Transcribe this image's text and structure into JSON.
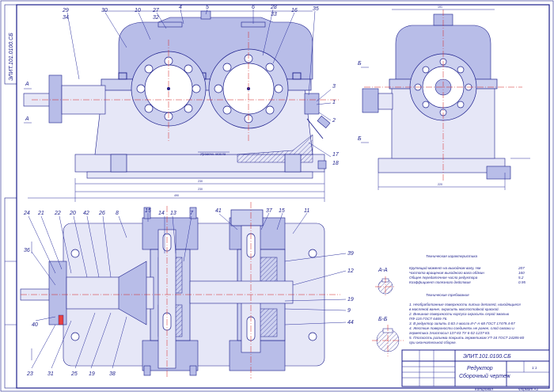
{
  "stamp_code": "ЭЛИТ.101.0100.СБ",
  "views": {
    "section_aa": "А-А",
    "section_bb": "Б-Б",
    "cut_a": "А",
    "cut_b": "Б",
    "oil_level": "Уровень масла"
  },
  "part_numbers_front": [
    "29",
    "34",
    "30",
    "10",
    "27",
    "32",
    "4",
    "5",
    "6",
    "28",
    "33",
    "16",
    "35",
    "3",
    "1",
    "2",
    "17",
    "18"
  ],
  "part_numbers_plan": [
    "24",
    "21",
    "22",
    "20",
    "42",
    "26",
    "8",
    "15",
    "14",
    "13",
    "7",
    "41",
    "37",
    "15",
    "11",
    "36",
    "39",
    "12",
    "40",
    "23",
    "31",
    "25",
    "19",
    "9",
    "19",
    "44",
    "38"
  ],
  "tech_char": {
    "heading": "Техническая характеристика",
    "lines": [
      [
        "Крутящий момент на выходном валу, Нм",
        "207"
      ],
      [
        "Частота вращения выходного вала об/мин",
        "160"
      ],
      [
        "Общее передаточное число редуктора",
        "5.2"
      ],
      [
        "Коэффициент полезного действия",
        "0.95"
      ]
    ]
  },
  "tech_req": {
    "heading": "Технические требования",
    "lines": [
      "1. Необработанные поверхности литых деталей, находящиеся",
      "   в масляной ванне, окрасить маслостойкой краской.",
      "2. Внешние поверхности корпуса окрасить серой эмалью",
      "   ПФ-115 ГОСТ 6465-76.",
      "3. В редуктор залить 0.83 л масла И-Г-А-68 ГОСТ 17479.4-87",
      "4. Жесткие поверхности соединять не ранее, слой смазки и",
      "   герметика Эластосил 137-83 ТУ 6-02-1237-83.",
      "5. Плоскость разъема покрыть герметиком УТ-34 ГОСТ 24285-80",
      "   при окончательной сборке."
    ]
  },
  "title_block": {
    "code": "ЭЛИТ.101.0100.СБ",
    "name_line1": "Редуктор",
    "name_line2": "Сборочный чертеж",
    "sheet": "1:1",
    "bottom_left": "Копировал",
    "bottom_right": "Формат А1"
  }
}
